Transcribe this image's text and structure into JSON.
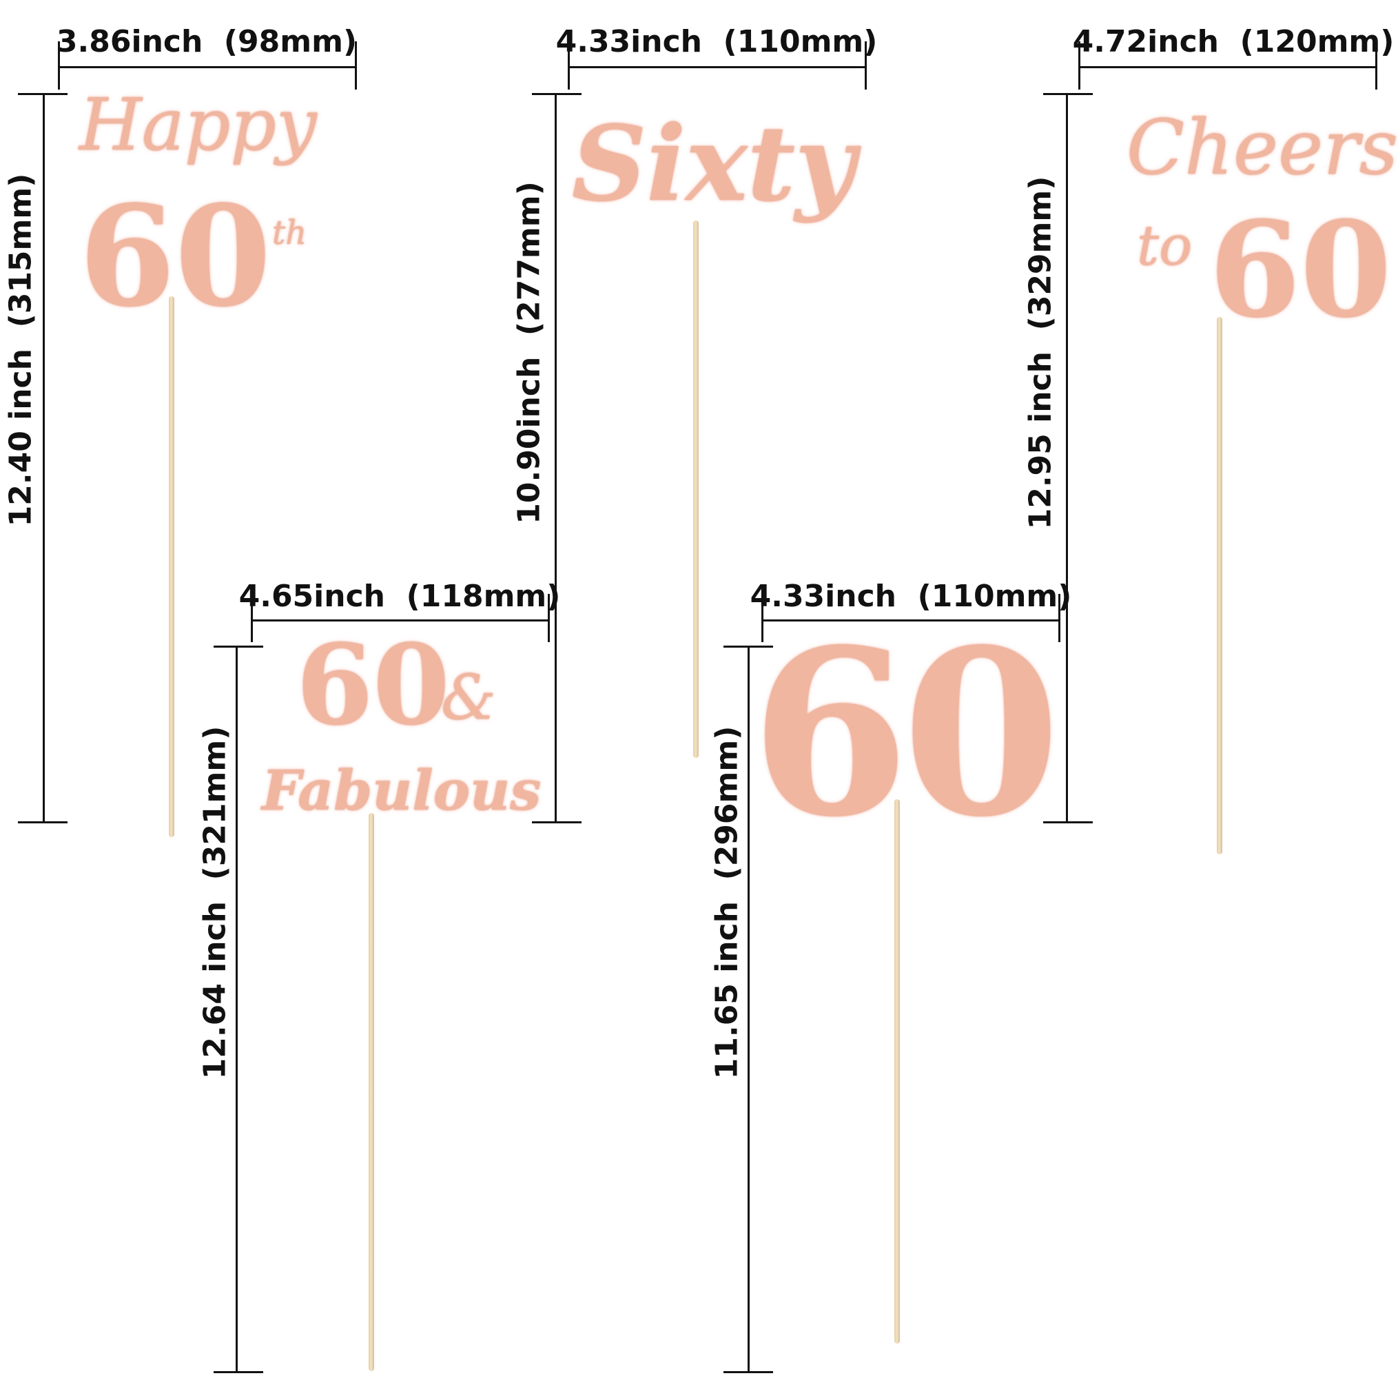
{
  "accent_color": "#f0b6a0",
  "toppers": [
    {
      "name": "happy-60th",
      "width_label": "3.86inch  (98mm)",
      "height_label": "12.40 inch  (315mm)",
      "lines": [
        "Happy",
        "60",
        "th"
      ]
    },
    {
      "name": "sixty",
      "width_label": "4.33inch  (110mm)",
      "height_label": "10.90inch  (277mm)",
      "lines": [
        "Sixty"
      ]
    },
    {
      "name": "cheers-to-60",
      "width_label": "4.72inch  (120mm)",
      "height_label": "12.95 inch  (329mm)",
      "lines": [
        "Cheers",
        "to",
        "60"
      ]
    },
    {
      "name": "60-and-fabulous",
      "width_label": "4.65inch  (118mm)",
      "height_label": "12.64 inch  (321mm)",
      "lines": [
        "60",
        "&",
        "Fabulous"
      ]
    },
    {
      "name": "60",
      "width_label": "4.33inch  (110mm)",
      "height_label": "11.65 inch  (296mm)",
      "lines": [
        "60"
      ]
    }
  ]
}
